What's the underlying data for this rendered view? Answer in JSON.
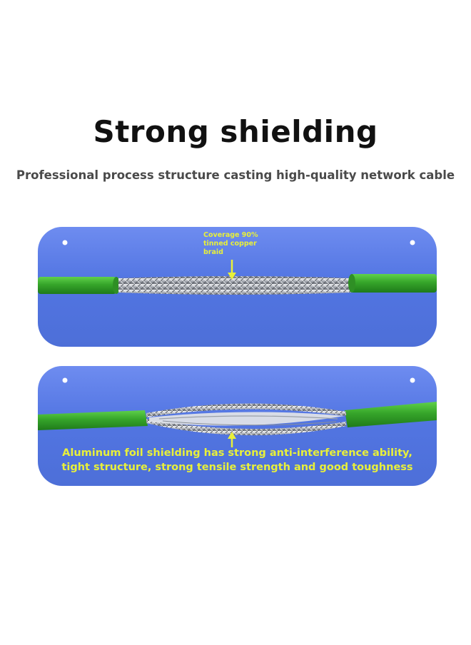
{
  "header": {
    "title": "Strong shielding",
    "subtitle": "Professional process structure casting high-quality network cable"
  },
  "panel_top": {
    "callout_lines": [
      "Coverage 90%",
      "tinned copper",
      "braid"
    ]
  },
  "panel_bottom": {
    "callout_lines": [
      "Aluminum foil shielding has strong anti-interference ability,",
      "tight structure, strong tensile strength and good toughness"
    ]
  },
  "colors": {
    "panel_blue": "#5a7ce6",
    "cable_green": "#3aa02a",
    "callout_yellow": "#e8f03a",
    "braid_silver": "#c9ccd2"
  }
}
